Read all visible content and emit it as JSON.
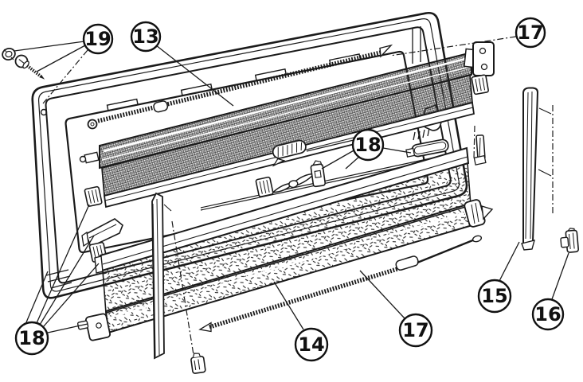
{
  "document": {
    "kind": "exploded-parts-diagram",
    "subject": "window roller blind assembly"
  },
  "colors": {
    "ink": "#1a1a1a",
    "background": "#ffffff"
  },
  "callouts": [
    {
      "label": "19",
      "name": "mounting-screw-and-cap"
    },
    {
      "label": "13",
      "name": "upper-winding-rod"
    },
    {
      "label": "17",
      "name": "tension-rod-upper"
    },
    {
      "label": "18",
      "name": "pull-bar-fittings-right"
    },
    {
      "label": "18",
      "name": "fittings-left"
    },
    {
      "label": "14",
      "name": "blackout-blind"
    },
    {
      "label": "17",
      "name": "tension-rod-lower"
    },
    {
      "label": "15",
      "name": "side-guide-rail"
    },
    {
      "label": "16",
      "name": "rail-end-clip"
    }
  ]
}
